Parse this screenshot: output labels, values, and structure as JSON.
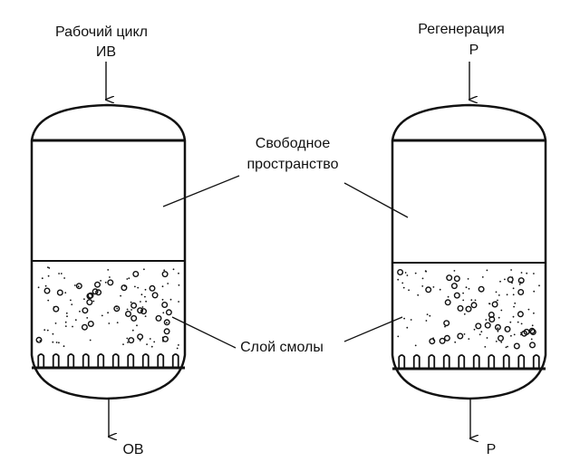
{
  "left_vessel": {
    "title_line1": "Рабочий цикл",
    "title_line2": "ИВ",
    "outlet_label": "ОВ"
  },
  "right_vessel": {
    "title_line1": "Регенерация",
    "title_line2": "Р",
    "outlet_label": "Р"
  },
  "labels": {
    "free_space_line1": "Свободное",
    "free_space_line2": "пространство",
    "resin_layer": "Слой смолы"
  },
  "colors": {
    "line": "#111111",
    "background": "#ffffff"
  }
}
